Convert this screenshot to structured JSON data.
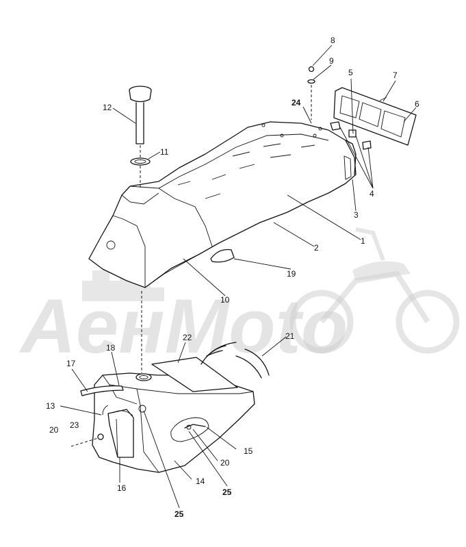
{
  "watermark": {
    "text": "AeнMoto"
  },
  "callouts": [
    {
      "id": "c1",
      "text": "1"
    },
    {
      "id": "c2",
      "text": "2"
    },
    {
      "id": "c3",
      "text": "3"
    },
    {
      "id": "c4",
      "text": "4"
    },
    {
      "id": "c5",
      "text": "5"
    },
    {
      "id": "c6",
      "text": "6"
    },
    {
      "id": "c7",
      "text": "7"
    },
    {
      "id": "c8",
      "text": "8"
    },
    {
      "id": "c9",
      "text": "9"
    },
    {
      "id": "c10",
      "text": "10"
    },
    {
      "id": "c11",
      "text": "11"
    },
    {
      "id": "c12",
      "text": "12"
    },
    {
      "id": "c13",
      "text": "13"
    },
    {
      "id": "c14",
      "text": "14"
    },
    {
      "id": "c15",
      "text": "15"
    },
    {
      "id": "c16",
      "text": "16"
    },
    {
      "id": "c17",
      "text": "17"
    },
    {
      "id": "c18",
      "text": "18"
    },
    {
      "id": "c19",
      "text": "19"
    },
    {
      "id": "c20a",
      "text": "20"
    },
    {
      "id": "c20b",
      "text": "20"
    },
    {
      "id": "c21",
      "text": "21"
    },
    {
      "id": "c22",
      "text": "22"
    },
    {
      "id": "c23",
      "text": "23"
    },
    {
      "id": "c24",
      "text": "24"
    },
    {
      "id": "c25a",
      "text": "25"
    },
    {
      "id": "c25b",
      "text": "25"
    }
  ]
}
